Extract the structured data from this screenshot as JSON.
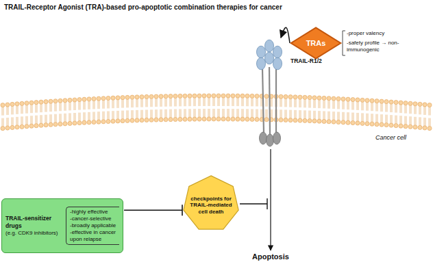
{
  "diagram": {
    "title": "TRAIL-Receptor Agonist (TRA)-based pro-apoptotic combination therapies for cancer",
    "nodes": [
      {
        "text": [
          "TRAs"
        ]
      },
      {
        "text": [
          "TRAIL-R1/2"
        ]
      },
      {
        "text": [
          "TRAIL-sensitizer drugs",
          "(e.g. CDK9 inhibitors)",
          "-highly effective",
          "-cancer-selective",
          "-broadly applicable",
          "-effective in cancer upon relapse"
        ]
      },
      {
        "text": [
          "checkpoints for TRAIL-mediated cell death"
        ]
      }
    ],
    "edges": [
      {
        "from": 0,
        "to": 1,
        "arrow": "to"
      },
      {
        "from": 2,
        "to": 3,
        "arrow": "to"
      }
    ],
    "labels": [
      "-proper valency",
      "-safety profile → non-immunogenic",
      "Cancer cell",
      "Apoptosis"
    ]
  }
}
